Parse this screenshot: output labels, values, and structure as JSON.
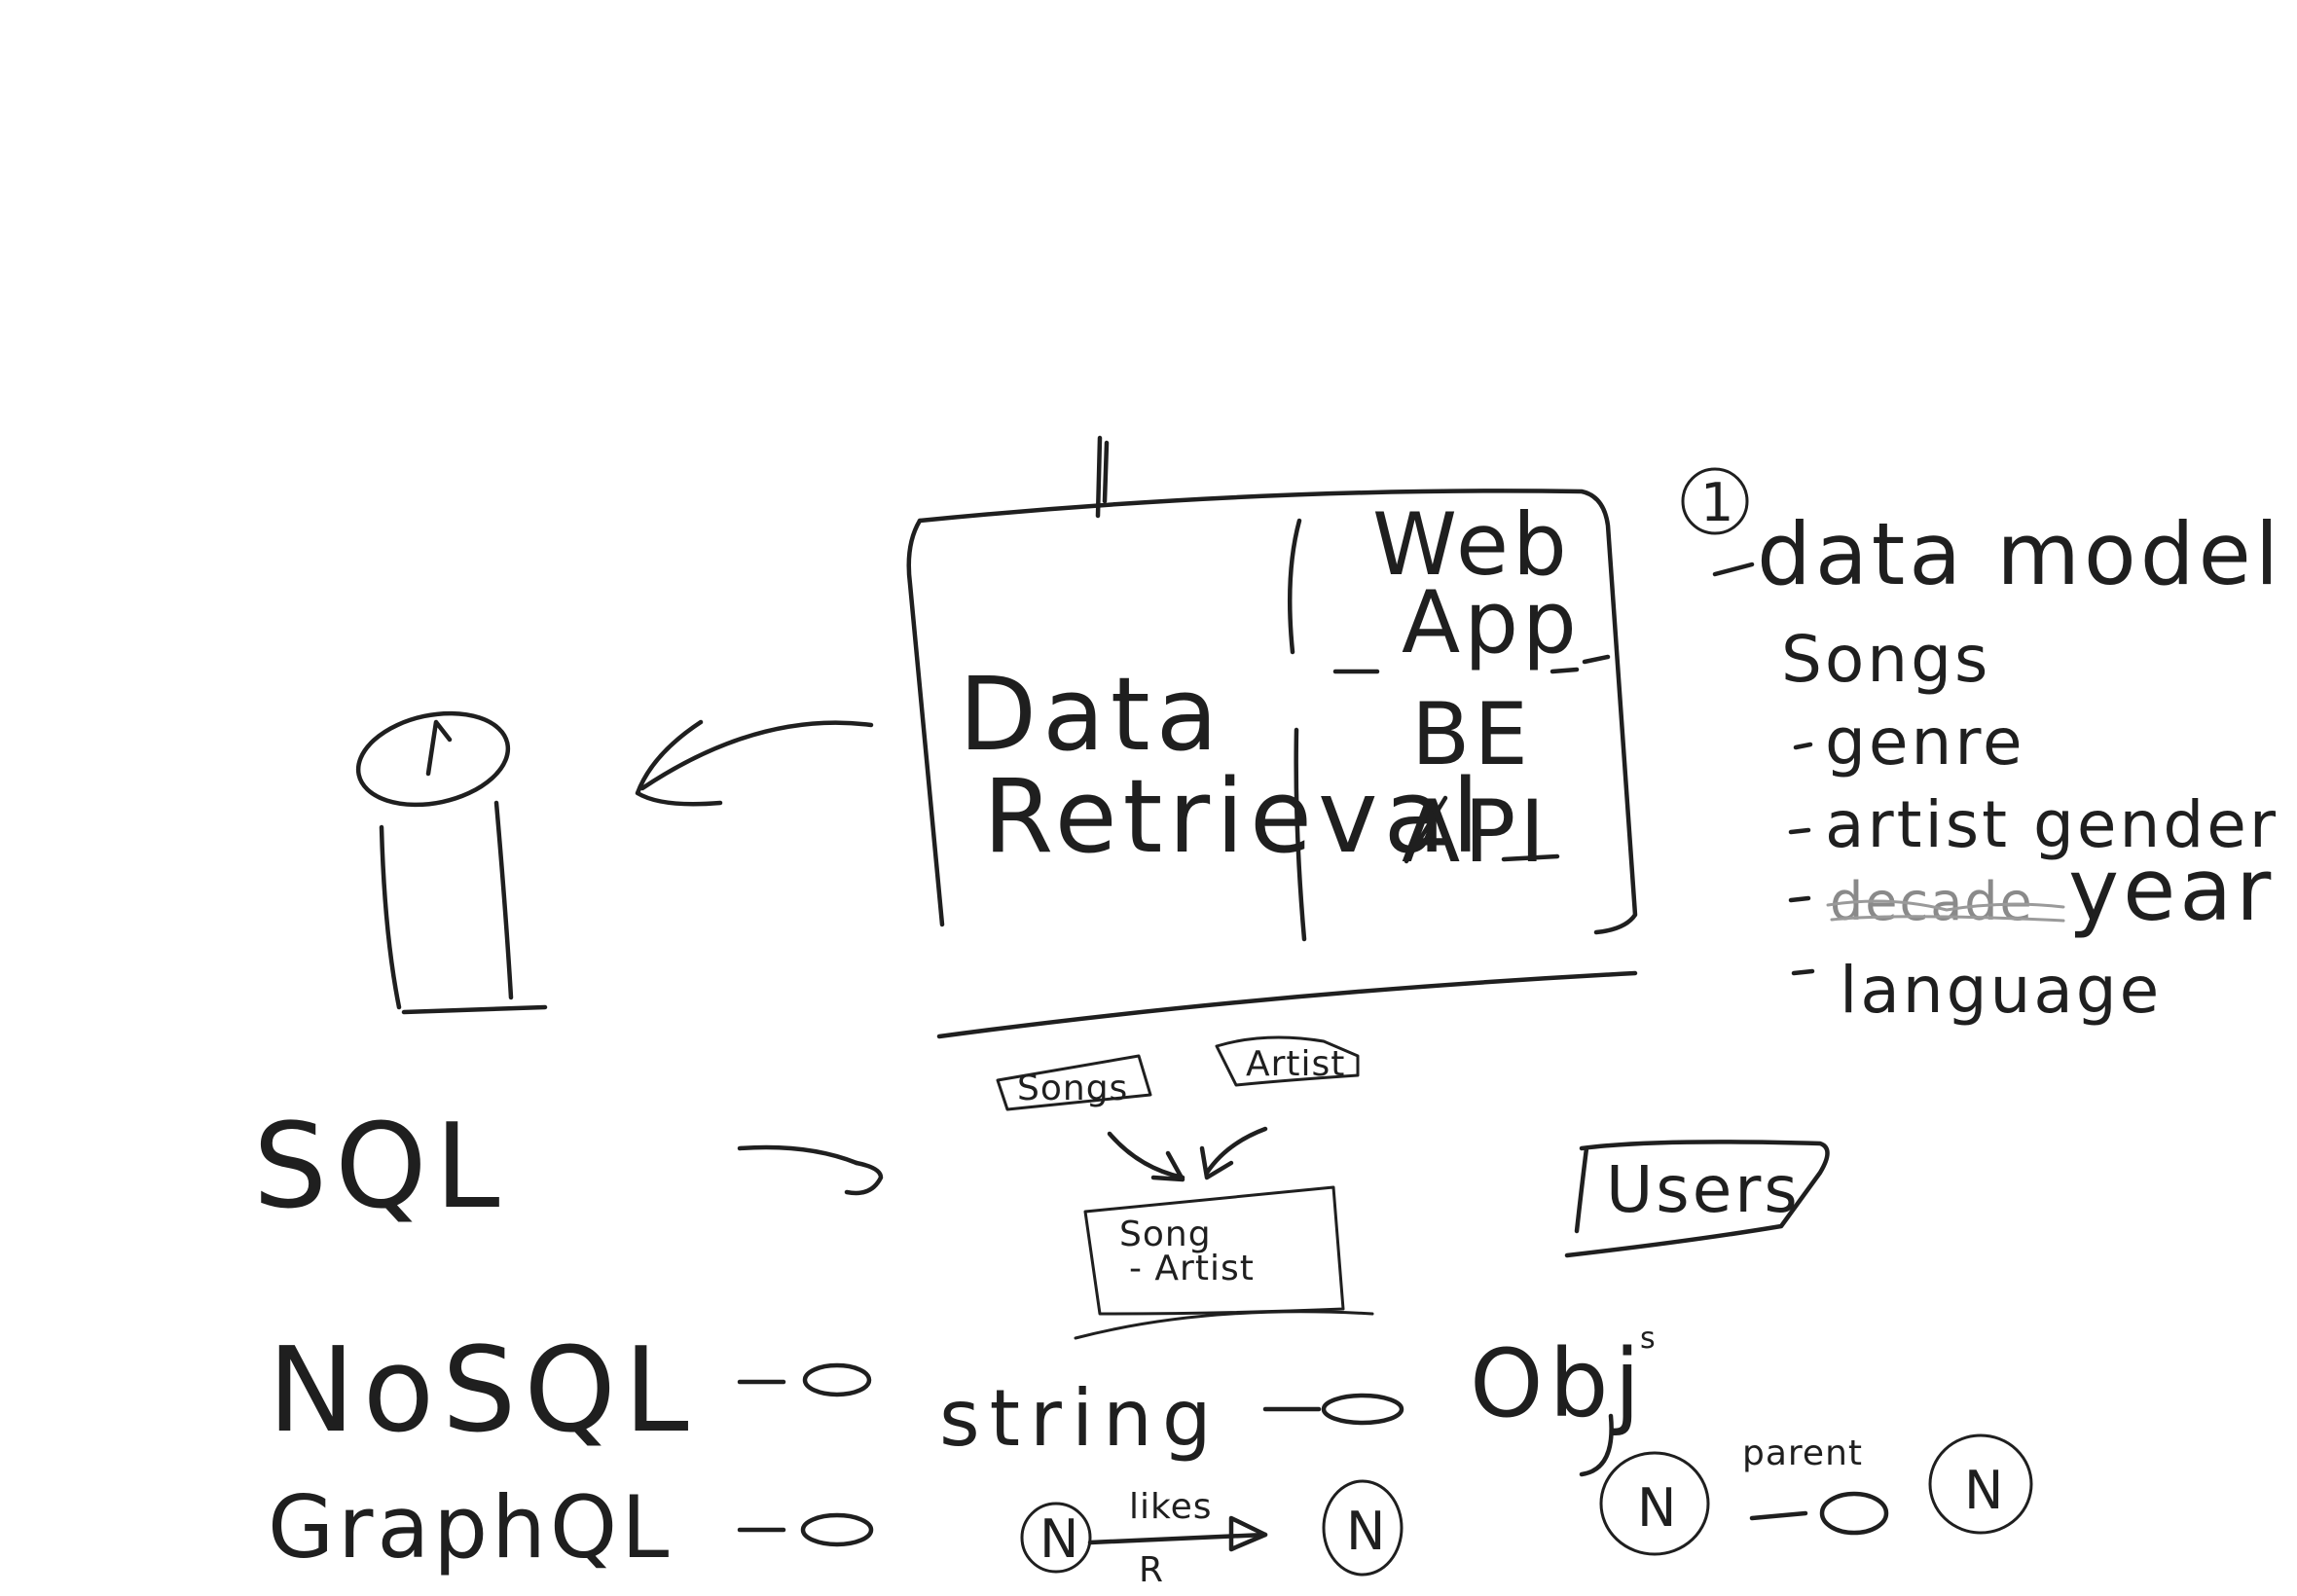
{
  "architecture": {
    "data_retrieval": {
      "line1": "Data",
      "line2": "Retrieval"
    },
    "web_app": {
      "line1": "Web",
      "line2": "App"
    },
    "backend": {
      "line1": "BE",
      "line2": "API"
    }
  },
  "notes": {
    "number": "1",
    "heading": "data model",
    "entity": "Songs",
    "fields": [
      "genre",
      "artist gender",
      "year",
      "language"
    ],
    "struck_word": "decade"
  },
  "boxes": {
    "songs": "Songs",
    "artist": "Artist",
    "merged_line1": "Song",
    "merged_line2": "- Artist",
    "users": "Users"
  },
  "query_langs": {
    "sql": "SQL",
    "nosql": "NoSQL",
    "graphql": "GraphQL"
  },
  "mappings": {
    "string": "string",
    "obj": "Obj",
    "obj_suffix": "s",
    "node_left": "N",
    "node_right": "N",
    "edge_top": "likes",
    "edge_bottom": "R",
    "parent_node_left": "N",
    "parent_node_right": "N",
    "parent_label": "parent"
  }
}
